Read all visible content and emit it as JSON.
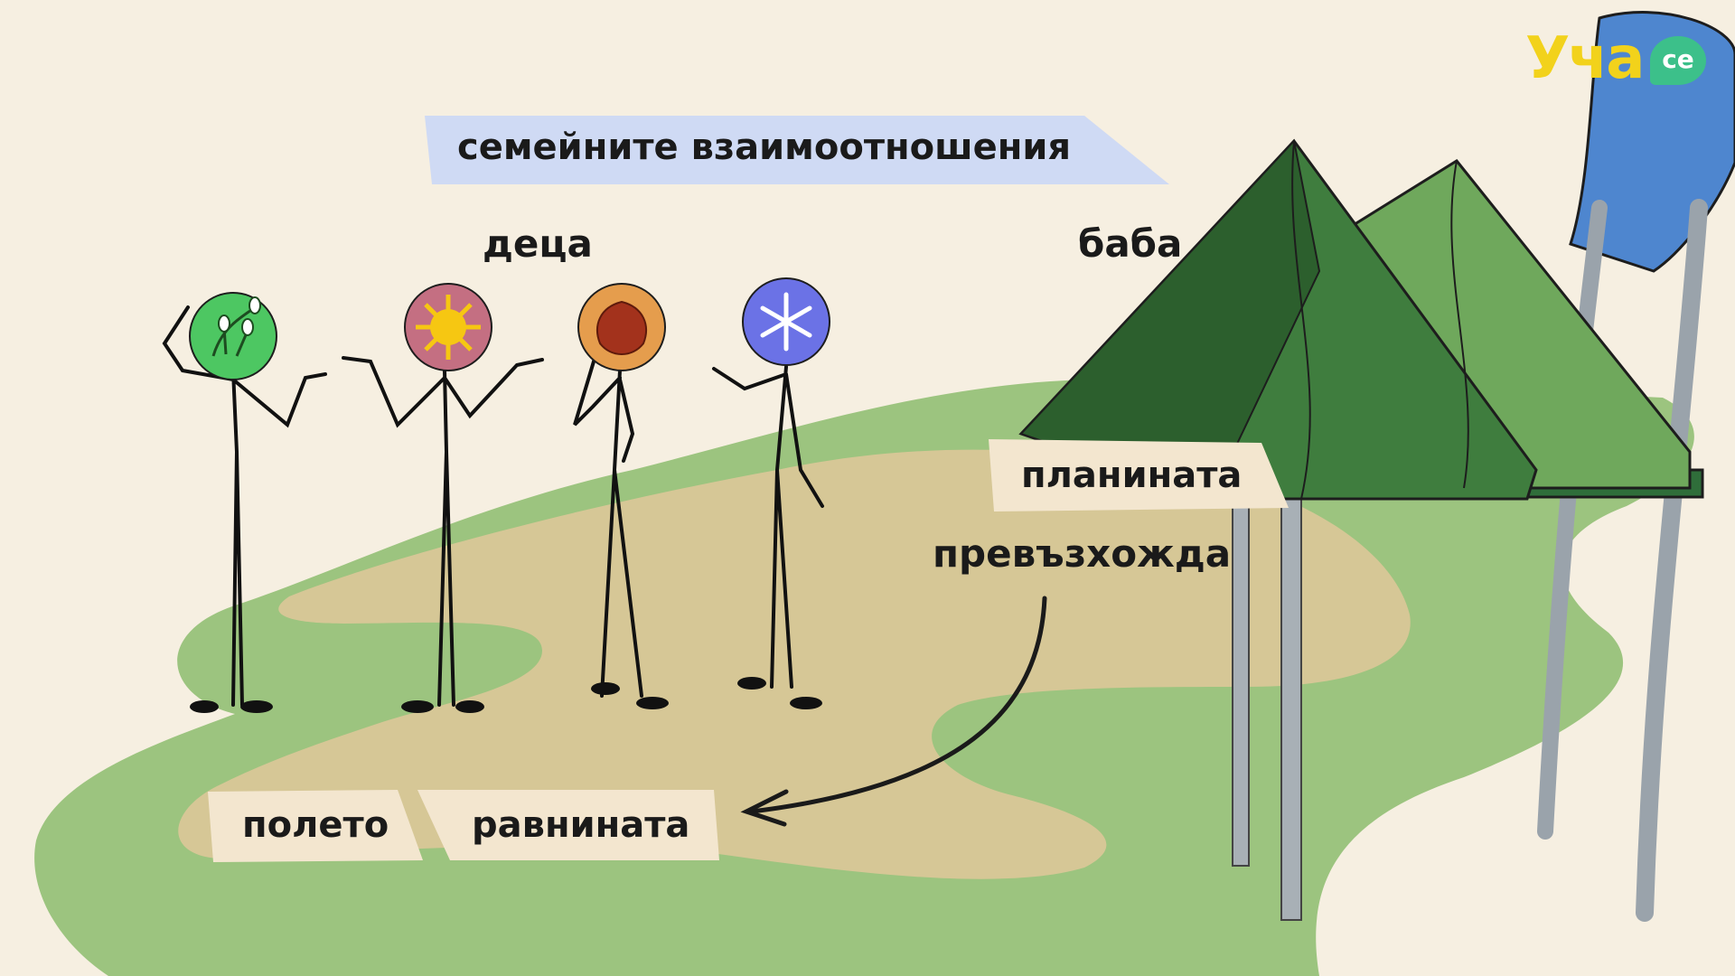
{
  "title_banner": {
    "text": "семейните взаимоотношения",
    "color": "#cfdaf4"
  },
  "labels": {
    "kids": "деца",
    "grandma": "баба",
    "mountain": "планината",
    "exceeds": "превъзхожда",
    "field": "полето",
    "plain": "равнината"
  },
  "logo": {
    "main": "Уча",
    "suffix": "се"
  },
  "children_icons": [
    "snowdrop-icon",
    "sun-icon",
    "autumn-leaf-icon",
    "snowflake-icon"
  ],
  "colors": {
    "background": "#f6efe1",
    "grass": "#9cc47f",
    "sand": "#d6c796",
    "mountain": "#3f7d3e",
    "tag": "#f3e6cf",
    "chair": "#4e86cf",
    "logo": "#f2d21b"
  }
}
